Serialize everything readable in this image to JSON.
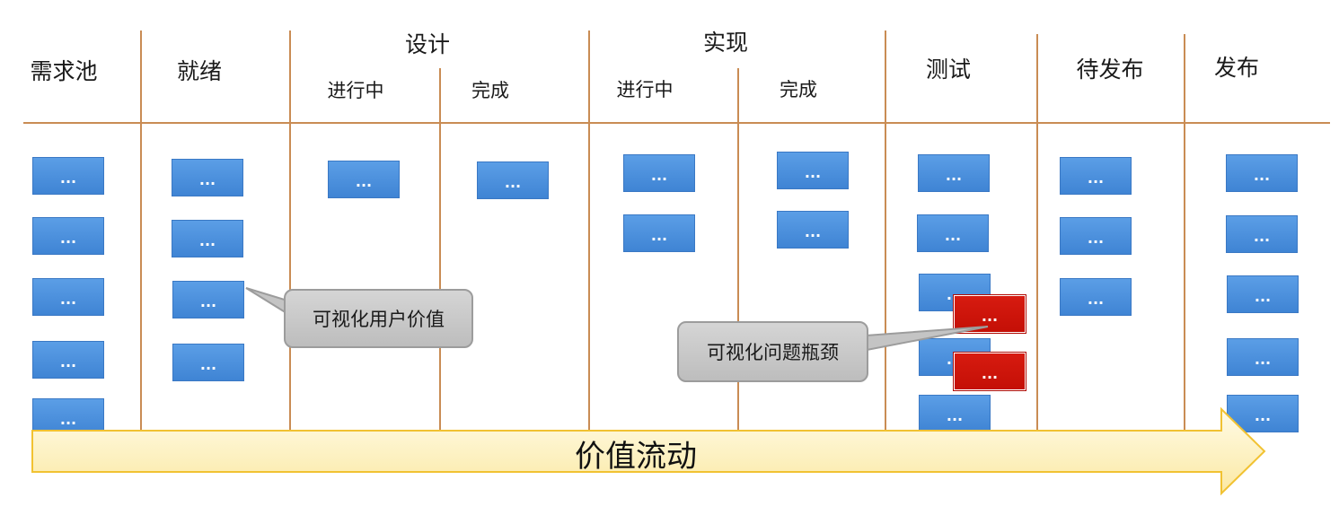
{
  "columns": {
    "backlog": "需求池",
    "ready": "就绪",
    "design": "设计",
    "implement": "实现",
    "test": "测试",
    "to_release": "待发布",
    "release": "发布"
  },
  "subcolumns": {
    "in_progress": "进行中",
    "done": "完成"
  },
  "card_label": "...",
  "callouts": {
    "user_value": "可视化用户价值",
    "bottleneck": "可视化问题瓶颈"
  },
  "flow_arrow_label": "价值流动",
  "colors": {
    "card_blue": "#4a90dd",
    "card_red": "#d0160b",
    "divider": "#c98c54",
    "arrow_fill": "#fdf3c2",
    "arrow_stroke": "#f1c232",
    "callout_fill": "#c8c8c8"
  }
}
